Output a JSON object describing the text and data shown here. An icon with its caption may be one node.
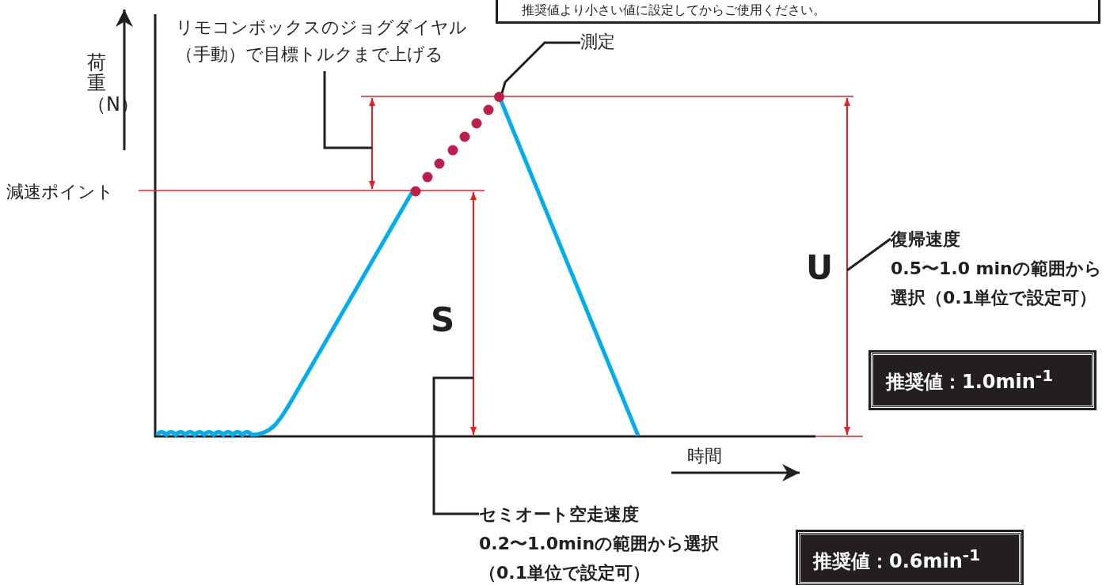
{
  "diagram": {
    "nodes": [
      {
        "text": [
          "推奨値より小さい値に設定してからご使用ください。"
        ]
      },
      {
        "text": [
          "リモコンボックスのジョグダイヤル（手動）で目標トルクまで上げる"
        ]
      },
      {
        "text": [
          "測定"
        ]
      },
      {
        "text": [],
        "shape": "circle"
      },
      {
        "text": [
          "復帰速度",
          "0.5〜1.0 minの範囲から選択（0.1単位で設定可）"
        ]
      },
      {
        "text": [
          "推奨値：1.0min$^{-1}$"
        ]
      },
      {
        "text": [
          "セミオート空走速度",
          "0.2〜1.0minの範囲から選択（0.1単位で設定可）"
        ]
      },
      {
        "text": [
          "推奨値：0.6min$^{-1}$"
        ]
      }
    ],
    "edges": [
      {
        "from": 2,
        "to": 3,
        "arrow": "none"
      },
      {
        "from": 1,
        "to": null,
        "arrow": "none"
      },
      {
        "from": 4,
        "to": null,
        "arrow": "none"
      },
      {
        "from": 6,
        "to": null,
        "arrow": "none"
      }
    ],
    "labels": [
      "荷重（N）",
      "減速ポイント",
      "S",
      "U",
      "時間"
    ]
  }
}
